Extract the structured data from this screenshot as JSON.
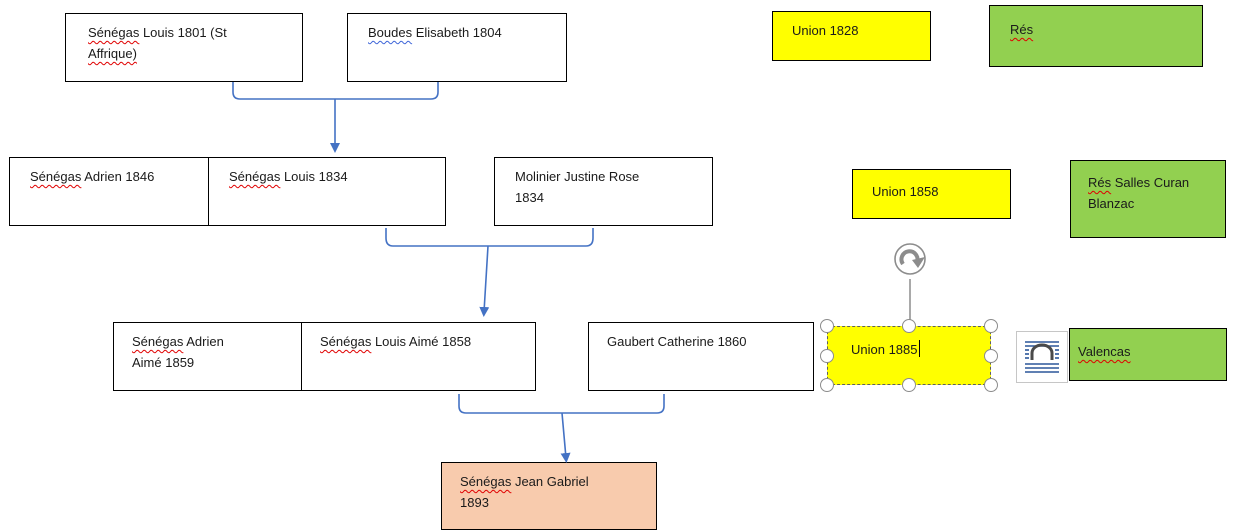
{
  "nodes": {
    "louis_1801": {
      "surname": "Sénégas",
      "rest": " Louis 1801 (St ",
      "line2": "Affrique)"
    },
    "elisabeth_1804": {
      "surname": "Boudes",
      "rest": " Elisabeth 1804"
    },
    "adrien_1846": {
      "surname": "Sénégas",
      "rest": " Adrien 1846"
    },
    "louis_1834": {
      "surname": "Sénégas",
      "rest": " Louis 1834"
    },
    "justine_1834": {
      "line1": "Molinier Justine Rose",
      "line2": "1834"
    },
    "adrien_aime_1859": {
      "surname": "Sénégas",
      "rest": " Adrien",
      "line2": "Aimé 1859"
    },
    "louis_aime_1858": {
      "surname": "Sénégas",
      "rest": " Louis Aimé 1858"
    },
    "catherine_1860": {
      "text": "Gaubert Catherine 1860"
    },
    "jean_gabriel_1893": {
      "surname": "Sénégas",
      "rest": " Jean Gabriel",
      "line2": "1893"
    }
  },
  "unions": {
    "u1828": "Union 1828",
    "u1858": "Union 1858",
    "u1885": "Union 1885"
  },
  "residences": {
    "r1": {
      "word": "Rés",
      "rest": ""
    },
    "r2": {
      "word": "Rés",
      "rest": " Salles Curan",
      "line2": "Blanzac"
    },
    "r3": {
      "word": "Valencas",
      "rest": ""
    }
  },
  "colors": {
    "union_fill": "#ffff00",
    "residence_fill": "#92d050",
    "descendant_fill": "#f8cbad",
    "connector": "#4472c4",
    "spellcheck": "#e00000"
  },
  "icons": [
    "rotate-handle-icon",
    "layout-options-icon"
  ]
}
